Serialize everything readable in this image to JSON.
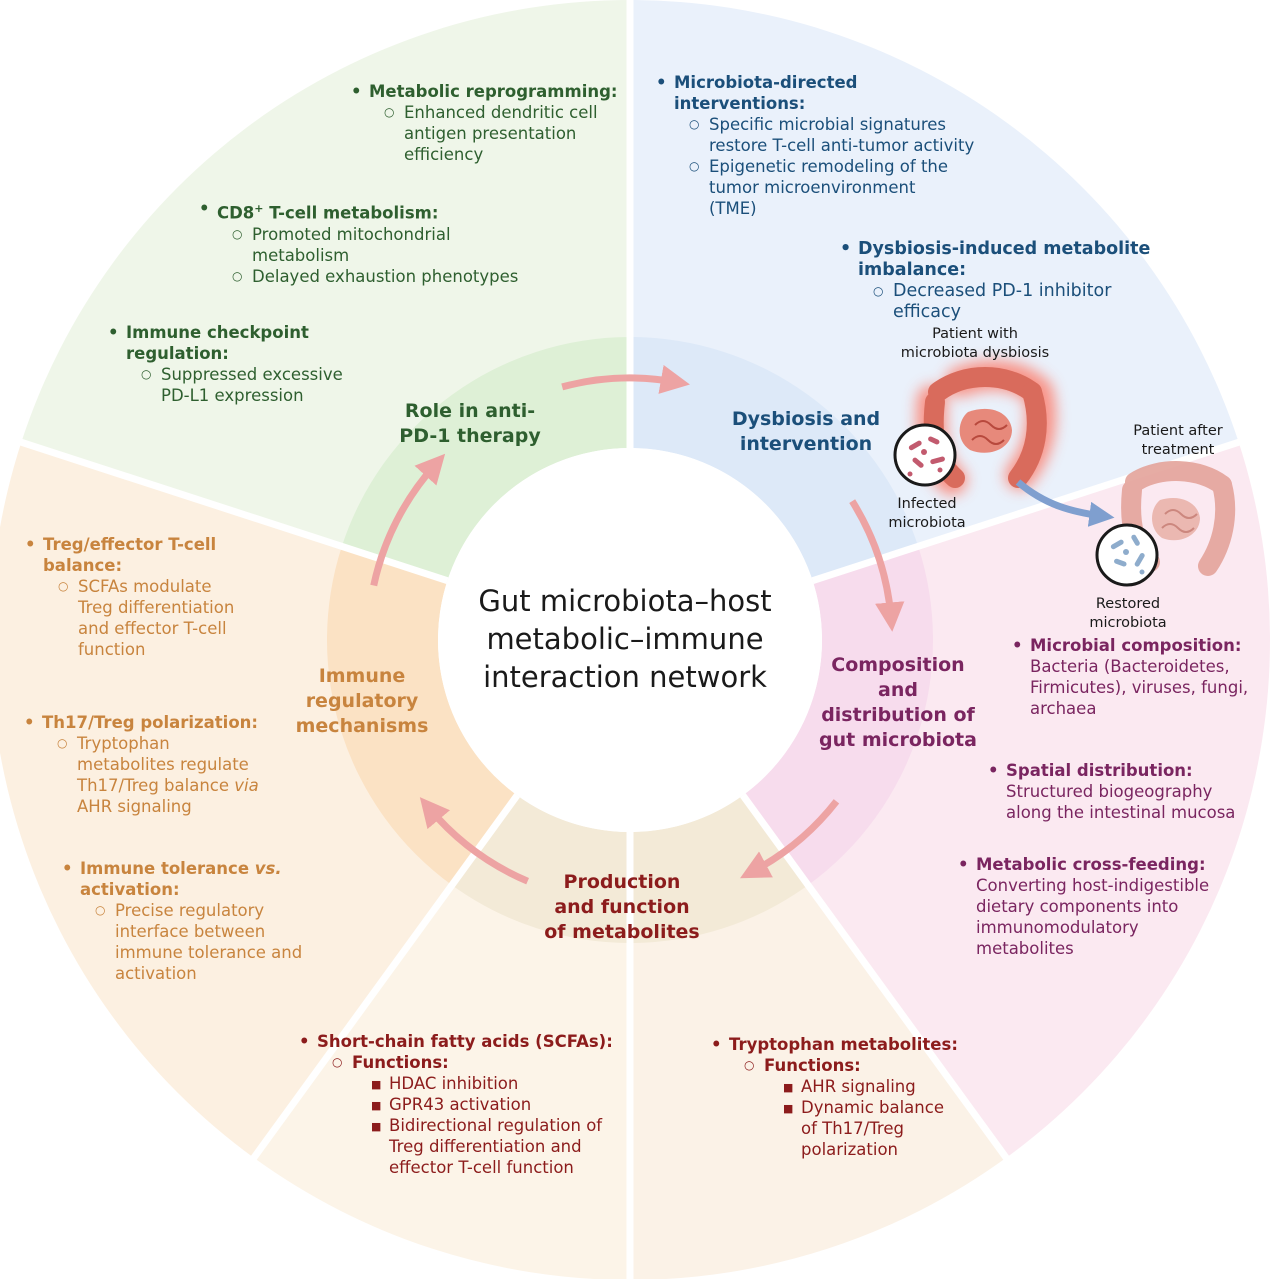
{
  "title": "Gut microbiota–host metabolic–immune interaction network",
  "colors": {
    "green": "#2e5f2f",
    "blue": "#1b4f7a",
    "purple": "#7a2560",
    "red": "#8c1c1c",
    "orange": "#c8843e",
    "arrow": "#eda3a3"
  },
  "sectors": {
    "anti_pd1": {
      "label": "Role in anti-PD-1 therapy",
      "label_lines": [
        "Role in anti-",
        "PD-1 therapy"
      ],
      "metabolic_reprogramming": {
        "heading": "Metabolic reprogramming:",
        "items": [
          "Enhanced dendritic cell",
          "antigen presentation",
          "efficiency"
        ]
      },
      "cd8_metabolism": {
        "heading_prefix": "CD8",
        "heading_sup": "+",
        "heading_suffix": " T-cell metabolism:",
        "items": [
          "Promoted mitochondrial",
          "metabolism",
          "Delayed exhaustion phenotypes"
        ]
      },
      "immune_checkpoint": {
        "heading_lines": [
          "Immune checkpoint",
          "regulation:"
        ],
        "items": [
          "Suppressed excessive",
          "PD-L1 expression"
        ]
      }
    },
    "dysbiosis": {
      "label": "Dysbiosis and intervention",
      "label_lines": [
        "Dysbiosis and",
        "intervention"
      ],
      "microbiota_directed": {
        "heading_lines": [
          "Microbiota-directed",
          "interventions:"
        ],
        "items": [
          "Specific microbial signatures",
          "restore T-cell anti-tumor activity",
          "Epigenetic remodeling of the",
          "tumor microenvironment",
          "(TME)"
        ]
      },
      "metabolite_imbalance": {
        "heading_lines": [
          "Dysbiosis-induced metabolite",
          "imbalance:"
        ],
        "items": [
          "Decreased PD-1 inhibitor",
          "efficacy"
        ]
      },
      "captions": {
        "patient_dysbiosis": [
          "Patient with",
          "microbiota dysbiosis"
        ],
        "infected": [
          "Infected",
          "microbiota"
        ],
        "patient_after": [
          "Patient after",
          "treatment"
        ],
        "restored": [
          "Restored",
          "microbiota"
        ]
      }
    },
    "composition": {
      "label": "Composition and distribution of gut microbiota",
      "label_lines": [
        "Composition",
        "and",
        "distribution of",
        "gut microbiota"
      ],
      "microbial_composition": {
        "heading": "Microbial composition:",
        "text": [
          "Bacteria (Bacteroidetes,",
          "Firmicutes), viruses, fungi,",
          "archaea"
        ]
      },
      "spatial_distribution": {
        "heading": "Spatial distribution:",
        "text": [
          "Structured biogeography",
          "along the intestinal mucosa"
        ]
      },
      "cross_feeding": {
        "heading": "Metabolic cross-feeding:",
        "text": [
          "Converting host-indigestible",
          "dietary components into",
          "immunomodulatory",
          "metabolites"
        ]
      }
    },
    "metabolites": {
      "label": "Production and function of metabolites",
      "label_lines": [
        "Production",
        "and function",
        "of metabolites"
      ],
      "scfa": {
        "heading": "Short-chain fatty acids (SCFAs):",
        "sub": "Functions:",
        "items": [
          "HDAC inhibition",
          "GPR43 activation",
          "Bidirectional regulation of",
          "Treg differentiation and",
          "effector T-cell function"
        ]
      },
      "tryptophan": {
        "heading": "Tryptophan metabolites:",
        "sub": "Functions:",
        "items": [
          "AHR signaling",
          "Dynamic balance",
          "of Th17/Treg",
          "polarization"
        ]
      }
    },
    "immune": {
      "label": "Immune regulatory mechanisms",
      "label_lines": [
        "Immune",
        "regulatory",
        "mechanisms"
      ],
      "treg_balance": {
        "heading_lines": [
          "Treg/effector T-cell",
          "balance:"
        ],
        "items": [
          "SCFAs modulate",
          "Treg differentiation",
          "and effector T-cell",
          "function"
        ]
      },
      "th17_polarization": {
        "heading": "Th17/Treg polarization:",
        "items": [
          "Tryptophan",
          "metabolites regulate",
          "Th17/Treg balance ",
          "via",
          "AHR signaling"
        ]
      },
      "tolerance": {
        "heading_prefix": "Immune tolerance ",
        "heading_em": "vs.",
        "heading_line2": "activation:",
        "items": [
          "Precise regulatory",
          "interface between",
          "immune tolerance and",
          "activation"
        ]
      }
    }
  }
}
